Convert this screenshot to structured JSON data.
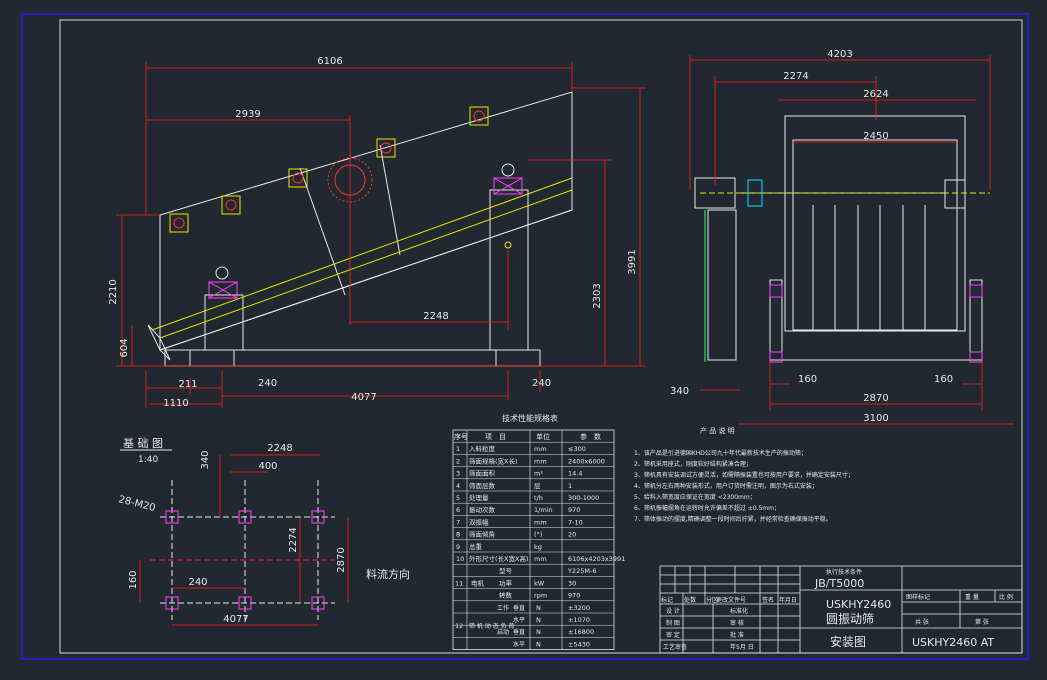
{
  "colors": {
    "bg": "#212830",
    "dim": "#ff2020",
    "line": "#e8e8e8",
    "yellow": "#e8e800",
    "magenta": "#ff40ff",
    "cyan": "#00e0ff",
    "green": "#30ff60",
    "frame": "#2020c0"
  },
  "dims": {
    "d6106": "6106",
    "d2939": "2939",
    "d2210": "2210",
    "d604": "604",
    "d2248": "2248",
    "d2303": "2303",
    "d3991": "3991",
    "d211": "211",
    "d240a": "240",
    "d240b": "240",
    "d1110": "1110",
    "d4077": "4077",
    "d4203": "4203",
    "d2274": "2274",
    "d2624": "2624",
    "d2450": "2450",
    "d340": "340",
    "d160a": "160",
    "d160b": "160",
    "d2870": "2870",
    "d3100": "3100"
  },
  "foundation": {
    "title": "基 础 图",
    "scale": "1:40",
    "flow": "料流方向",
    "bolt": "28-M20",
    "d2248": "2248",
    "d400": "400",
    "d340": "340",
    "d2274": "2274",
    "d2870": "2870",
    "d160": "160",
    "d240": "240",
    "d4077": "4077"
  },
  "spec_table": {
    "title": "技术性能规格表",
    "headers": [
      "序号",
      "项　目",
      "单位",
      "参　数"
    ],
    "rows": [
      [
        "1",
        "入料粒度",
        "mm",
        "≤300"
      ],
      [
        "2",
        "筛面规格(宽X长)",
        "mm",
        "2400x6000"
      ],
      [
        "3",
        "筛面面积",
        "m²",
        "14.4"
      ],
      [
        "4",
        "筛面层数",
        "层",
        "1"
      ],
      [
        "5",
        "处理量",
        "t/h",
        "300-1000"
      ],
      [
        "6",
        "振动次数",
        "1/min",
        "970"
      ],
      [
        "7",
        "双振幅",
        "mm",
        "7-10"
      ],
      [
        "8",
        "筛面倾角",
        "(°)",
        "20"
      ],
      [
        "9",
        "总重",
        "kg",
        ""
      ],
      [
        "10",
        "外形尺寸(长X宽X高)",
        "mm",
        "6106x4203x3991"
      ]
    ],
    "motor": {
      "no": "11",
      "label": "电机",
      "rows": [
        [
          "型号",
          "",
          "Y225M-6"
        ],
        [
          "功率",
          "kW",
          "30"
        ],
        [
          "转数",
          "rpm",
          "970"
        ]
      ]
    },
    "load": {
      "no": "12",
      "label": "筛 机 动 态 负 荷",
      "rows": [
        [
          "工作",
          "垂直",
          "N",
          "±3200"
        ],
        [
          "",
          "水平",
          "N",
          "±1070"
        ],
        [
          "启动",
          "垂直",
          "N",
          "±16800"
        ],
        [
          "",
          "水平",
          "N",
          "±5430"
        ]
      ]
    }
  },
  "notes": {
    "title": "产 品 说 明",
    "items": [
      "1、该产品是引进德国KHD公司九十年代最新技术生产的振动筛；",
      "2、筛机采用座式，刚度较好结构紧凑合理；",
      "3、筛机具有安装调试方便灵活，如需隔振装置也可按用户要求，并确定安装尺寸；",
      "4、筛机分左右两种安装形式，用户订货时需注明，图示为右式安装；",
      "5、给料入筛宽度应保证在宽度 <2300mm；",
      "6、筛机振幅摆角在运转时允许偏差不超过 ±0.5mm；",
      "7、筛体振动的摆度,精确调整一段时间后拧紧，并经常检查确保振动平稳。"
    ]
  },
  "title_block": {
    "standard_label": "执行技术条件",
    "standard": "JB/T5000",
    "model": "USKHY2460",
    "name": "圆振动筛",
    "drawing": "安装图",
    "code": "USKHY2460 AT",
    "c_mark": "标记",
    "c_qty": "处数",
    "c_zone": "分区",
    "c_doc": "更改文件号",
    "c_sign": "签名",
    "c_date": "年月日",
    "r_design": "设 计",
    "r_std": "标准化",
    "r_draw": "制 图",
    "r_check": "审 核",
    "r_review": "审 定",
    "r_approve": "批 准",
    "r_process": "工艺审查",
    "date": "年5月 日",
    "stage": "图样标记",
    "weight": "重 量",
    "ratio": "比 例",
    "sheet_total": "共 张",
    "sheet": "第 张"
  }
}
